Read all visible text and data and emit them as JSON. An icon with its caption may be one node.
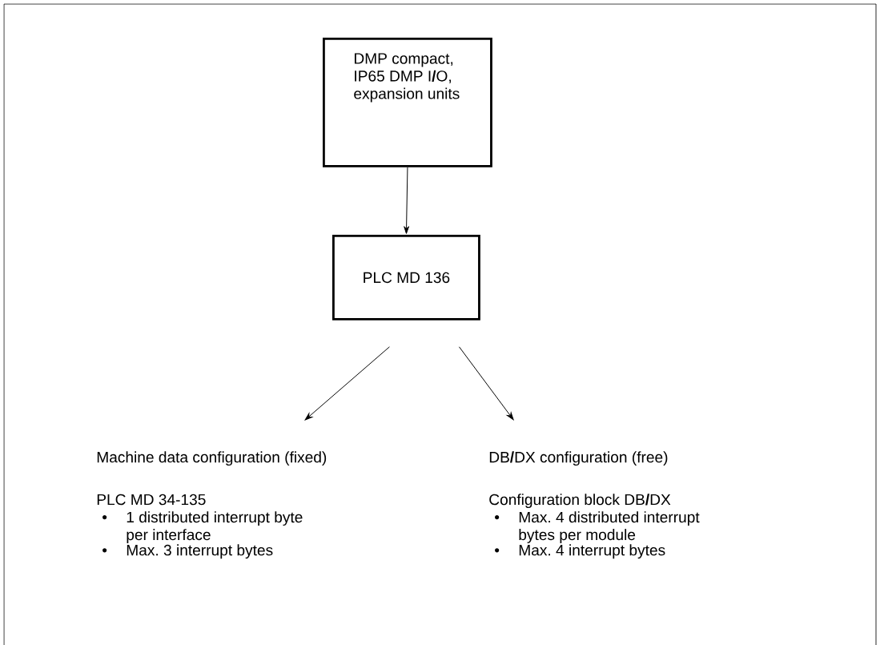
{
  "diagram": {
    "nodes": [
      {
        "text": [
          "DMP compact, IP65 DMP I**/**O, expansion units"
        ]
      },
      {
        "text": [
          "PLC MD 136"
        ]
      },
      {
        "text": [
          "Machine data configuration (fixed)",
          "PLC MD 34-135",
          "1 distributed interrupt byte per interface",
          "Max. 3 interrupt bytes"
        ]
      },
      {
        "text": [
          "DB**/**DX configuration (free)",
          "Configuration block DB**/**DX",
          "Max. 4 distributed interrupt bytes per module",
          "Max. 4 interrupt bytes"
        ]
      }
    ],
    "edges": [
      {
        "from": 0,
        "to": 1,
        "arrow": "to"
      },
      {
        "from": 1,
        "to": 2,
        "arrow": "to"
      },
      {
        "from": 1,
        "to": 3,
        "arrow": "to"
      }
    ],
    "labels": [
      "•",
      "•",
      "•",
      "•"
    ]
  }
}
